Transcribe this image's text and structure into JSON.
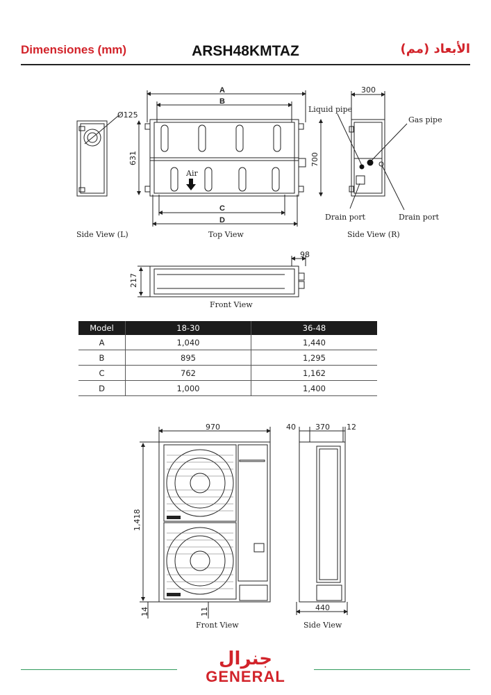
{
  "header": {
    "left_title": "Dimensiones (mm)",
    "model": "ARSH48KMTAZ",
    "right_title": "الأبعاد (مم)"
  },
  "indoor": {
    "side_left": {
      "caption": "Side View (L)",
      "diameter": "Ø125"
    },
    "top_view": {
      "caption": "Top View",
      "dim_a": "A",
      "dim_b": "B",
      "dim_c": "C",
      "dim_d": "D",
      "depth": "631",
      "width_total": "700",
      "air": "Air"
    },
    "side_right": {
      "caption": "Side View (R)",
      "width": "300",
      "liquid_pipe": "Liquid pipe",
      "gas_pipe": "Gas pipe",
      "drain_port_left": "Drain port",
      "drain_port_right": "Drain port"
    },
    "front_view": {
      "caption": "Front View",
      "height": "217",
      "side": "98"
    }
  },
  "table": {
    "headers": [
      "Model",
      "18-30",
      "36-48"
    ],
    "rows": [
      [
        "A",
        "1,040",
        "1,440"
      ],
      [
        "B",
        "895",
        "1,295"
      ],
      [
        "C",
        "762",
        "1,162"
      ],
      [
        "D",
        "1,000",
        "1,400"
      ]
    ]
  },
  "outdoor": {
    "front_view": {
      "caption": "Front View",
      "width": "970",
      "height": "1,418",
      "foot": "14",
      "leg": "11"
    },
    "side_view": {
      "caption": "Side View",
      "d1": "40",
      "d2": "370",
      "d3": "12",
      "base": "440"
    }
  },
  "brand": {
    "arabic": "جنرال",
    "latin": "GENERAL"
  },
  "colors": {
    "accent": "#d2232a",
    "footer_line": "#2f9a5b"
  }
}
